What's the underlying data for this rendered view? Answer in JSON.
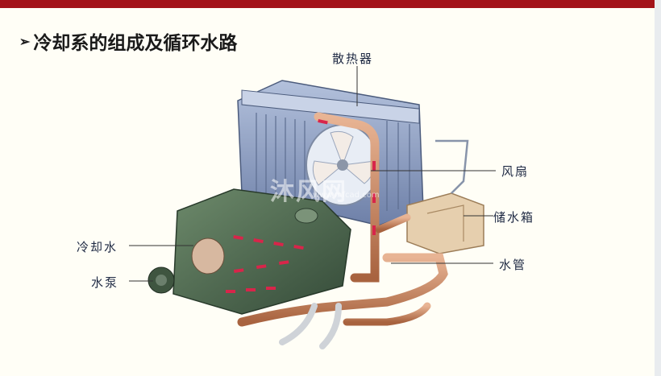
{
  "title": "冷却系的组成及循环水路",
  "title_bullet": "➢",
  "labels": {
    "radiator": "散热器",
    "fan": "风扇",
    "reservoir": "储水箱",
    "coolant": "冷却水",
    "water_pipe": "水管",
    "water_pump": "水泵"
  },
  "watermark": {
    "text": "沐风网",
    "url": "www.mfcad.com"
  },
  "colors": {
    "top_bar": "#a3131a",
    "radiator": "#8a9cc0",
    "engine": "#4f6b52",
    "pipe": "#c98a68",
    "reservoir": "#e6cfae",
    "flow_arrow": "#d8254a"
  }
}
